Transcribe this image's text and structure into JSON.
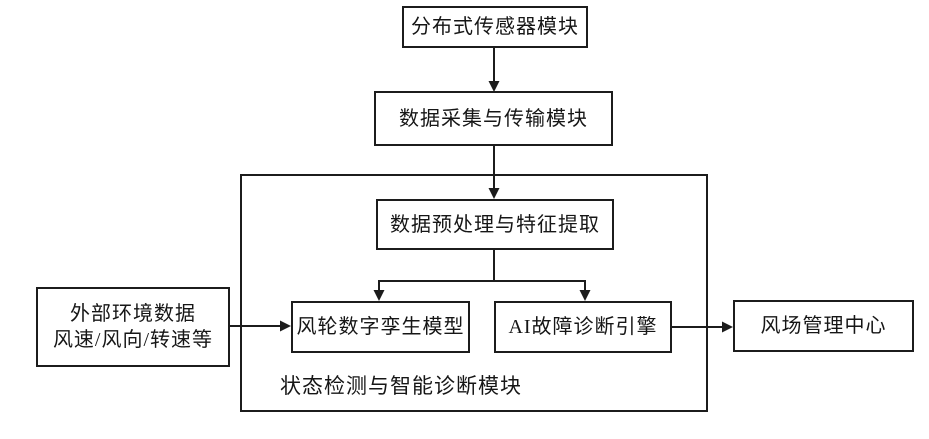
{
  "diagram": {
    "nodes": {
      "sensor": {
        "label": "分布式传感器模块"
      },
      "acquisition": {
        "label": "数据采集与传输模块"
      },
      "preprocess": {
        "label": "数据预处理与特征提取"
      },
      "twin": {
        "label": "风轮数字孪生模型"
      },
      "ai_engine": {
        "label": "AI故障诊断引擎"
      },
      "external": {
        "line1": "外部环境数据",
        "line2": "风速/风向/转速等"
      },
      "management": {
        "label": "风场管理中心"
      },
      "group": {
        "label": "状态检测与智能诊断模块"
      }
    },
    "colors": {
      "line": "#1c1c1c",
      "box_background": "#ffffff",
      "page_background": "#ffffff",
      "text": "#161616"
    }
  }
}
